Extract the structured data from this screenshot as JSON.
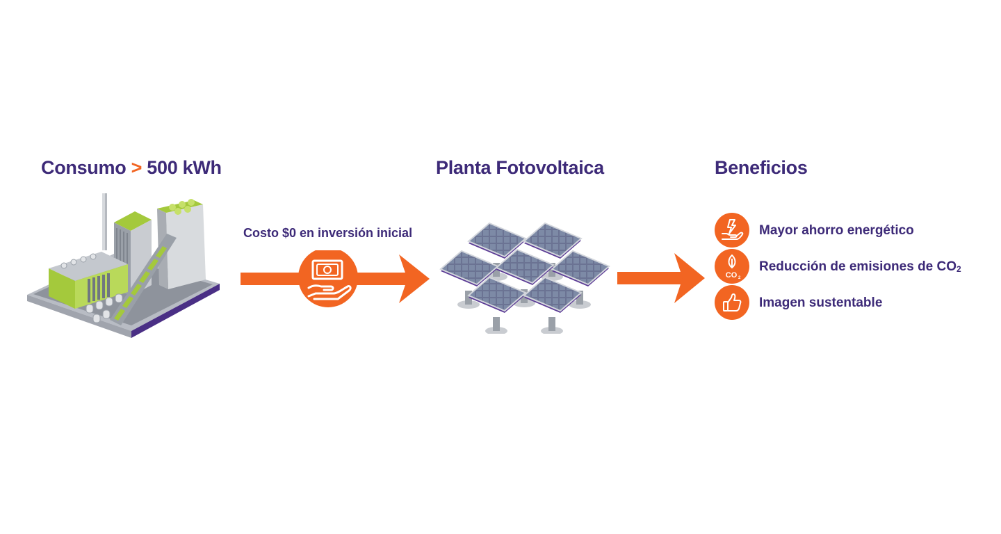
{
  "titles": {
    "consumo_prefix": "Consumo",
    "consumo_operator": ">",
    "consumo_value": "500 kWh",
    "planta": "Planta Fotovoltaica",
    "beneficios": "Beneficios"
  },
  "flow": {
    "cost_label": "Costo $0 en inversión inicial"
  },
  "icons": {
    "factory": "factory-illustration",
    "money": "money-hand-icon",
    "solar": "solar-panels-illustration",
    "arrow": "arrow-right-icon"
  },
  "benefits": [
    {
      "icon": "energy-hand-icon",
      "label": "Mayor ahorro energético"
    },
    {
      "icon": "leaf-co2-icon",
      "label": "Reducción de emisiones de CO",
      "label_sub": "2"
    },
    {
      "icon": "thumbs-up-icon",
      "label": "Imagen sustentable"
    }
  ],
  "colors": {
    "brand_purple": "#3d2a78",
    "accent_orange": "#f26522",
    "green": "#a4c93c",
    "panel_blue": "#6b7393"
  }
}
